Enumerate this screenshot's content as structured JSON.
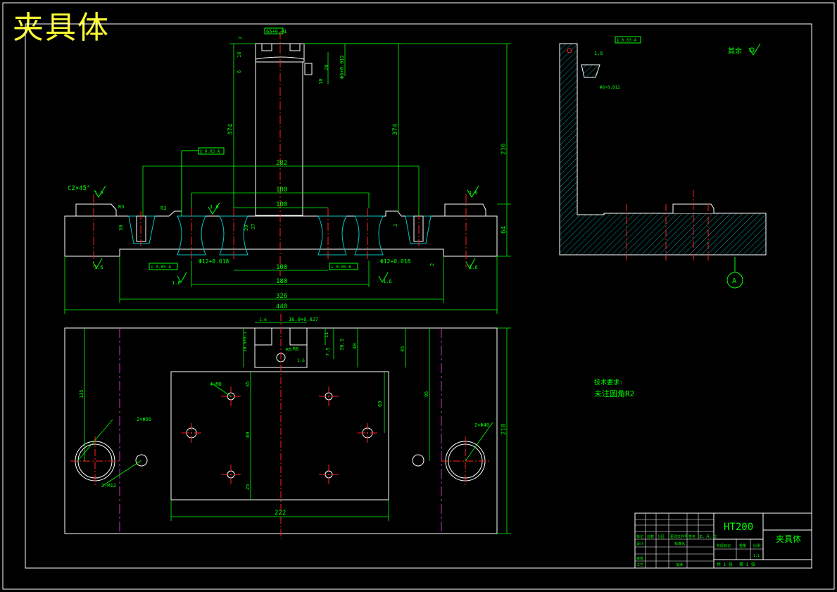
{
  "sheet_title": "夹具体",
  "colors": {
    "background": "#000000",
    "outline": "#ffffff",
    "dimension": "#00ff00",
    "centerline": "#ff2020",
    "hatch": "#00c8c8",
    "title_text": "#ffff33",
    "phantom": "#cc33cc"
  },
  "front_view": {
    "dims": {
      "total_length": "440",
      "base_length": "326",
      "width_282": "282",
      "width_180_top": "180",
      "width_100_top": "100",
      "width_100_bottom": "100",
      "width_180_bottom": "180",
      "height_216": "216",
      "height_64": "64",
      "height_374_left": "374",
      "height_374_right": "374",
      "tol_upper": "65+0.01",
      "bore_left": "Φ12+0.018",
      "bore_right": "Φ12+0.018",
      "chamfer": "C2×45°",
      "rough_1": "1.6",
      "rough_2": "1.6",
      "rough_3": "1.6",
      "rough_4": "1.6",
      "rough_5": "1.6",
      "rough_6": "1.6",
      "rough_7": "1.6",
      "dim_16": "16",
      "dim_10": "10",
      "dim_20": "20",
      "dim_37": "37",
      "dim_2a": "2",
      "dim_2b": "2",
      "dim_7": "7",
      "dim_6": "6",
      "dim_30": "30",
      "tol_0012": "Φ6+0.012",
      "dim_20b": "20",
      "dim_r3a": "R3",
      "dim_r3b": "R3",
      "fcf_top": "∥ 0.03 A",
      "fcf_left": "⊥ 0.05 A",
      "fcf_right": "⊥ 0.05 A"
    }
  },
  "top_view": {
    "dims": {
      "slot_width": "16.0+0.027",
      "depth_7_5": "7.5",
      "depth_30_5": "30.5",
      "depth_40": "40",
      "depth_11": "11",
      "dim_45": "45",
      "dim_135": "135",
      "dim_210": "210",
      "dim_95": "95",
      "dim_63": "63",
      "dim_35": "35",
      "dim_80": "80",
      "dim_25": "25",
      "dim_222": "222",
      "holes_4m": "4-M8",
      "holes_2x56": "2×Φ56",
      "holes_2x40": "2×Φ40",
      "holes_2m12": "2-M12",
      "dim_r5": "R5",
      "dim_r6": "R6",
      "rough_a": "1.6",
      "rough_b": "1.6",
      "small_tol": "30.5+0.1"
    }
  },
  "side_view": {
    "dims": {
      "rough_c": "1.6",
      "tol_c": "Φ6+0.012",
      "fcf_side": "∥ 0.03 A",
      "datum": "A",
      "other_rough": "其余"
    }
  },
  "notes": {
    "heading": "技术要求:",
    "line1": "未注圆角R2"
  },
  "title_block": {
    "material": "HT200",
    "part_name": "夹具体",
    "rows": {
      "r1": [
        "标记",
        "处数",
        "分区",
        "更改文件号",
        "签名",
        "年、月、日"
      ],
      "r2": [
        "设计",
        "",
        "标准化",
        "",
        "阶段标记",
        "重量",
        "比例"
      ],
      "r3": [
        "审核",
        "",
        "",
        "",
        "",
        "",
        "1:1"
      ],
      "r4": [
        "工艺",
        "",
        "批准",
        "",
        "共 1 张",
        "第 1 张"
      ]
    }
  }
}
